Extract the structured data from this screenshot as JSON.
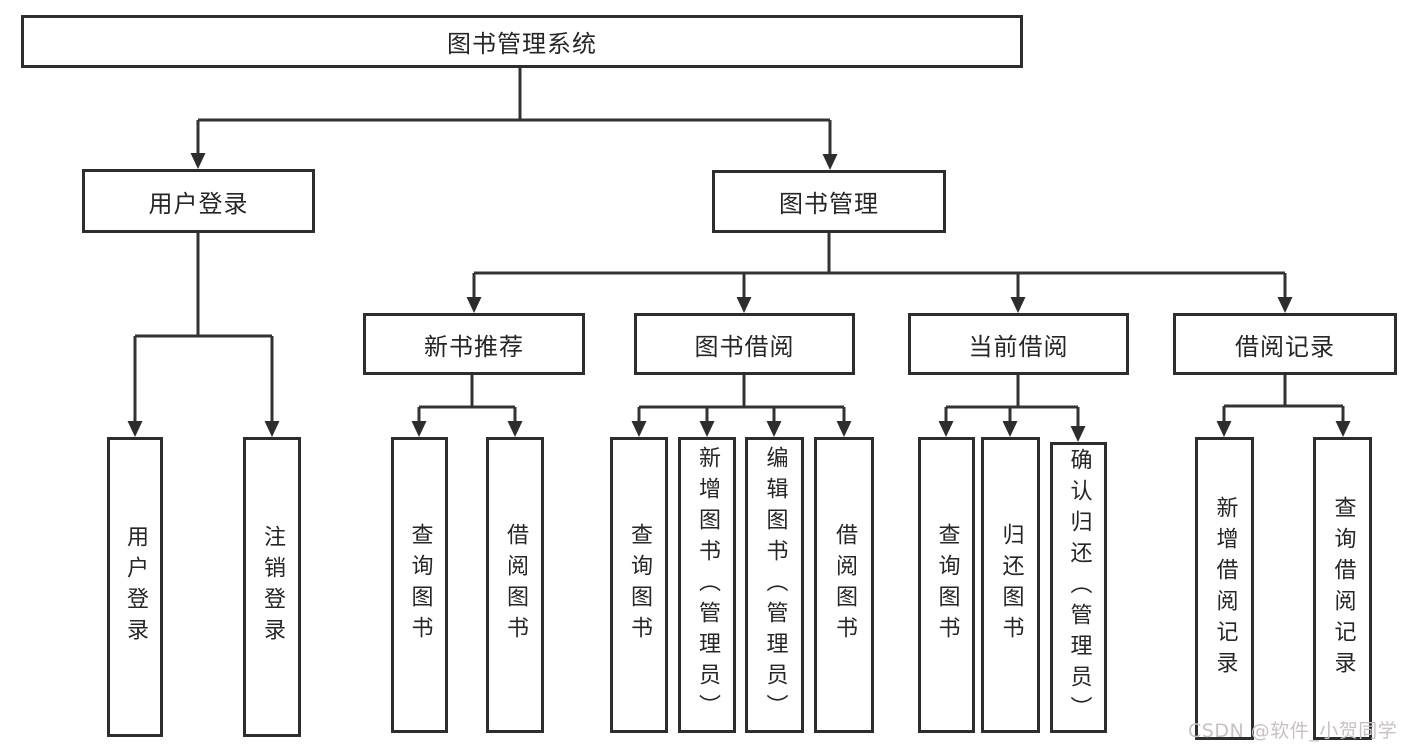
{
  "diagram": {
    "title": "图书管理系统",
    "level2": {
      "user_login": "用户登录",
      "book_mgmt": "图书管理"
    },
    "level3": {
      "new_book_rec": "新书推荐",
      "book_borrow": "图书借阅",
      "current_borrow": "当前借阅",
      "borrow_records": "借阅记录"
    },
    "leaves": {
      "user_login": {
        "login": "用户登录",
        "logout": "注销登录"
      },
      "new_book_rec": {
        "query": "查询图书",
        "borrow": "借阅图书"
      },
      "book_borrow": {
        "query": "查询图书",
        "add": "新增图书（管理员）",
        "edit": "编辑图书（管理员）",
        "borrow": "借阅图书"
      },
      "current_borrow": {
        "query": "查询图书",
        "return": "归还图书",
        "confirm_return": "确认归还（管理员）"
      },
      "borrow_records": {
        "add": "新增借阅记录",
        "query": "查询借阅记录"
      }
    },
    "watermark": "CSDN @软件_小贺同学",
    "colors": {
      "ink": "#2d2d2d",
      "text": "#262626",
      "watermark": "#c9c0c2",
      "background": "#ffffff"
    }
  }
}
